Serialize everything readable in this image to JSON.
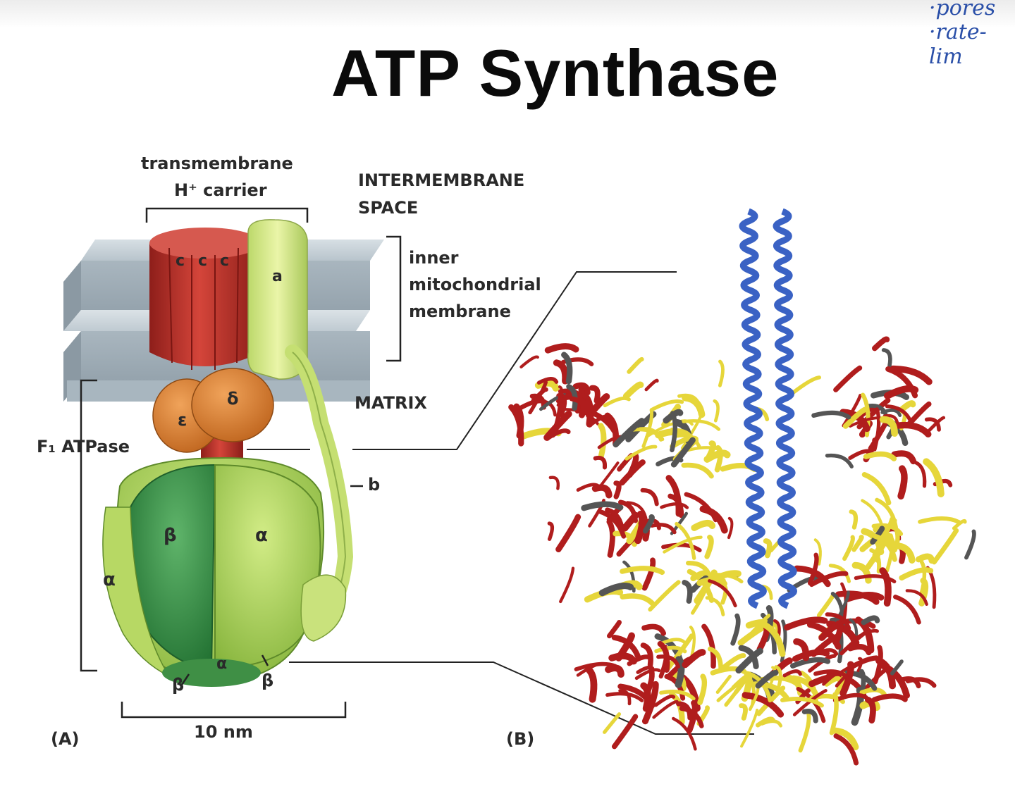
{
  "slide": {
    "title": "ATP Synthase",
    "handwritten_notes": [
      "·pores",
      "·rate-lim"
    ]
  },
  "panel_a": {
    "label": "(A)",
    "carrier_label_line1": "transmembrane",
    "carrier_label_line2": "H⁺ carrier",
    "intermembrane_line1": "INTERMEMBRANE",
    "intermembrane_line2": "SPACE",
    "membrane_line1": "inner",
    "membrane_line2": "mitochondrial",
    "membrane_line3": "membrane",
    "matrix": "MATRIX",
    "f1_label": "F₁ ATPase",
    "scale": "10 nm",
    "subunits": {
      "c1": "c",
      "c2": "c",
      "c3": "c",
      "a": "a",
      "delta": "δ",
      "epsilon": "ε",
      "b": "b",
      "beta_main": "β",
      "alpha_main": "α",
      "alpha_left": "α",
      "beta_bottom_left": "β",
      "alpha_bottom": "α",
      "beta_bottom_right": "β"
    }
  },
  "panel_b": {
    "label": "(B)"
  },
  "colors": {
    "c_ring": "#c0312b",
    "subunit_a": "#d8ec8a",
    "delta_epsilon": "#d8792c",
    "beta": "#3f9a4a",
    "alpha": "#a9d45a",
    "membrane": "#b9c6cf",
    "helix_blue": "#3a62c4",
    "ribbon_yellow": "#e6d63a",
    "ribbon_red": "#b01d1d",
    "ink": "#2a4fa8"
  }
}
